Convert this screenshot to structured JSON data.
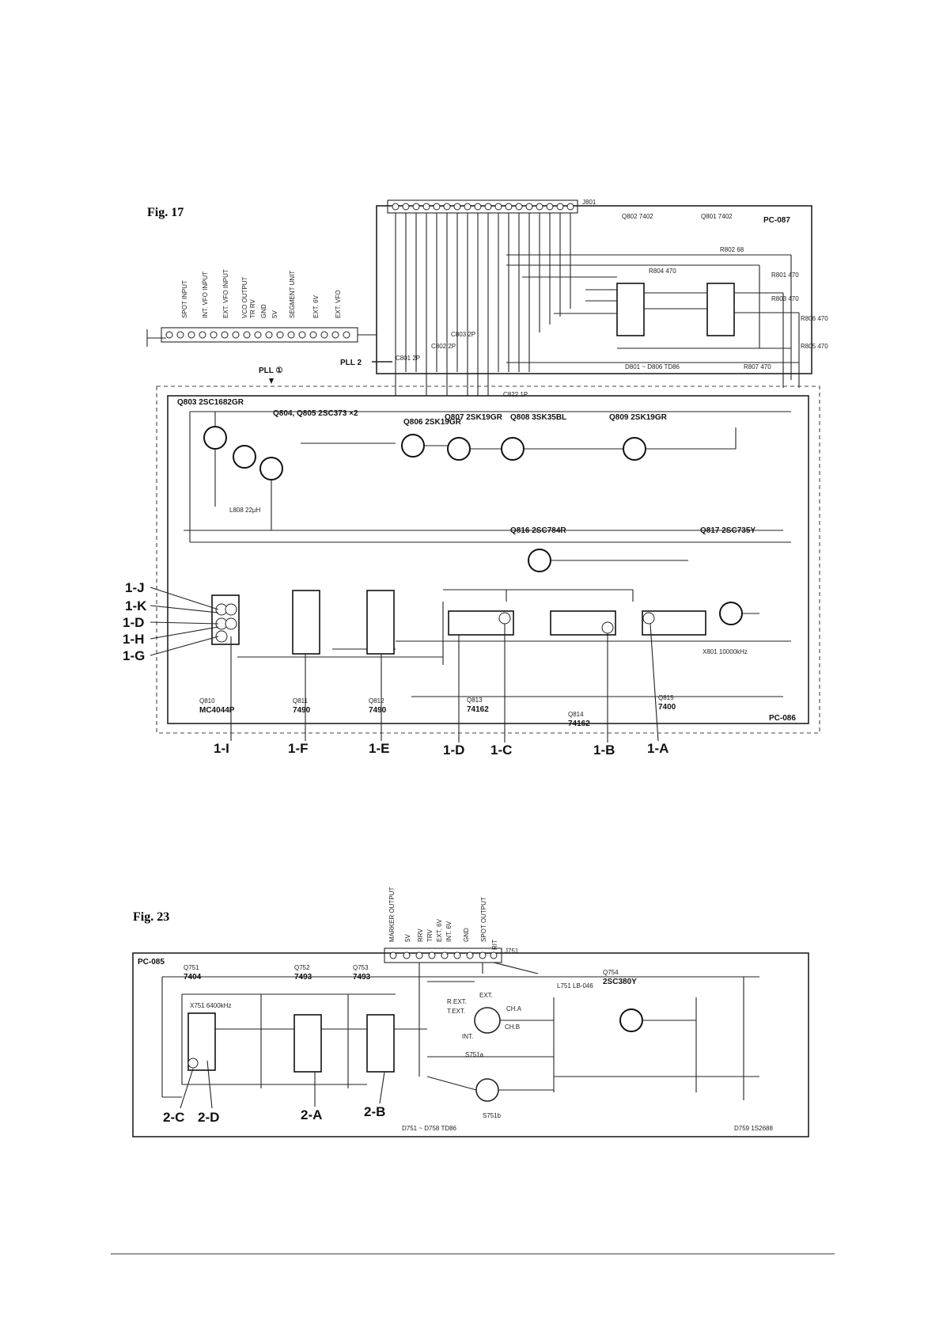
{
  "fig17": {
    "title": "Fig. 17",
    "board_top": "PC-087",
    "board_main": "PC-086",
    "connector_top": "J801",
    "pll1": "PLL ①",
    "pll2": "PLL 2",
    "input_labels": [
      "SPOT INPUT",
      "INT. VFO INPUT",
      "EXT. VFO INPUT",
      "VCO OUTPUT",
      "TR RV",
      "GND",
      "5V",
      "SEGMENT UNIT",
      "EXT. 6V",
      "EXT. VFO"
    ],
    "q803": "Q803 2SC1682GR",
    "q804": "Q804, Q805 2SC373 ×2",
    "q806": "Q806 2SK19GR",
    "q807": "Q807 2SK19GR",
    "q808": "Q808 3SK35BL",
    "q809": "Q809 2SK19GR",
    "q816": "Q816 2SC784R",
    "q817": "Q817 2SC735Y",
    "q802": "Q802 7402",
    "q801": "Q801 7402",
    "q810": "Q810",
    "q810_part": "MC4044P",
    "q811": "Q811",
    "q811_part": "7490",
    "q812": "Q812",
    "q812_part": "7490",
    "q813": "Q813",
    "q813_part": "74162",
    "q814": "Q814",
    "q814_part": "74162",
    "q815": "Q815",
    "q815_part": "7400",
    "x801": "X801 10000kHz",
    "diodes": "D801 ~ D806 TD86",
    "c822": "C822 1P",
    "r802": "R802 68",
    "r804": "R804 470",
    "r801": "R801 470",
    "r803": "R803 470",
    "r805": "R805 470",
    "r806": "R806 470",
    "r807": "R807 470",
    "c801": "C801 2P",
    "c802": "C802 2P",
    "c803": "C803 2P",
    "l808": "L808 22μH",
    "callouts_left": [
      "1-J",
      "1-K",
      "1-D",
      "1-H",
      "1-G"
    ],
    "callouts_bottom": [
      "1-I",
      "1-F",
      "1-E",
      "1-D",
      "1-C",
      "1-B",
      "1-A"
    ]
  },
  "fig23": {
    "title": "Fig. 23",
    "board": "PC-085",
    "connector": "J751",
    "input_labels": [
      "MARKER OUTPUT",
      "5V",
      "RRV",
      "TRV",
      "EXT. 6V",
      "INT. 6V",
      "GND",
      "SPOT OUTPUT",
      "RIT"
    ],
    "q751": "Q751",
    "q751_part": "7404",
    "q752": "Q752",
    "q752_part": "7493",
    "q753": "Q753",
    "q753_part": "7493",
    "q754": "Q754",
    "q754_part": "2SC380Y",
    "x751": "X751 6400kHz",
    "switch_a": "S751a",
    "switch_b": "S751b",
    "switch_labels": [
      "R.EXT.",
      "T.EXT.",
      "EXT.",
      "CH.A",
      "INT.",
      "CH.B"
    ],
    "diodes": "D751 ~ D758 TD86",
    "d759": "D759 1S2688",
    "l751": "L751 LB-046",
    "callouts": [
      "2-C",
      "2-D",
      "2-A",
      "2-B"
    ]
  }
}
